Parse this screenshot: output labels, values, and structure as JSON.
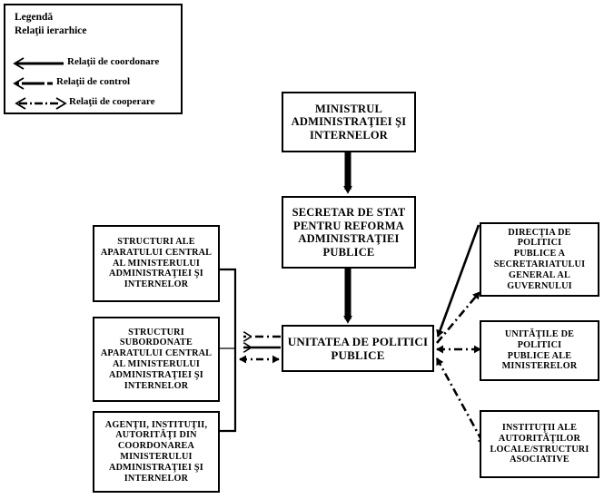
{
  "diagram": {
    "title_implicit": "Schema relatii Unitatea de Politici Publice",
    "legend": {
      "heading": "Legendă\nRelaţii ierarhice",
      "items": [
        {
          "label": "Relaţii de coordonare",
          "style": "solid-arrow-left",
          "name": "legend-coordonare"
        },
        {
          "label": "Relaţii de control",
          "style": "dotted-arrow-left",
          "name": "legend-control"
        },
        {
          "label": "Relaţii de cooperare",
          "style": "dashdot-arrow-both",
          "name": "legend-cooperare"
        }
      ]
    },
    "nodes": {
      "minister": "MINISTRUL\nADMINISTRAŢIEI ŞI\nINTERNELOR",
      "secretar": "SECRETAR DE STAT\nPENTRU REFORMA\nADMINISTRAŢIEI\nPUBLICE",
      "unitatea": "UNITATEA DE POLITICI\nPUBLICE",
      "left_1": "STRUCTURI ALE\nAPARATULUI CENTRAL\nAL MINISTERULUI\nADMINISTRAŢIEI ŞI\nINTERNELOR",
      "left_2": "STRUCTURI\nSUBORDONATE\nAPARATULUI CENTRAL\nAL MINISTERULUI\nADMINISTRAŢIEI ŞI\nINTERNELOR",
      "left_3": "AGENŢII, INSTITUŢII,\nAUTORITĂŢI DIN\nCOORDONAREA\nMINISTERULUI\nADMINISTRAŢIEI ŞI\nINTERNELOR",
      "right_1": "DIRECŢIA DE POLITICI\nPUBLICE A\nSECRETARIATULUI\nGENERAL AL\nGUVERNULUI",
      "right_2": "UNITĂŢILE DE POLITICI\nPUBLICE ALE\nMINISTERELOR",
      "right_3": "INSTITUŢII ALE\nAUTORITĂŢILOR\nLOCALE/STRUCTURI\nASOCIATIVE"
    },
    "colors": {
      "stroke": "#000000",
      "fill": "#ffffff",
      "text": "#000000"
    }
  }
}
